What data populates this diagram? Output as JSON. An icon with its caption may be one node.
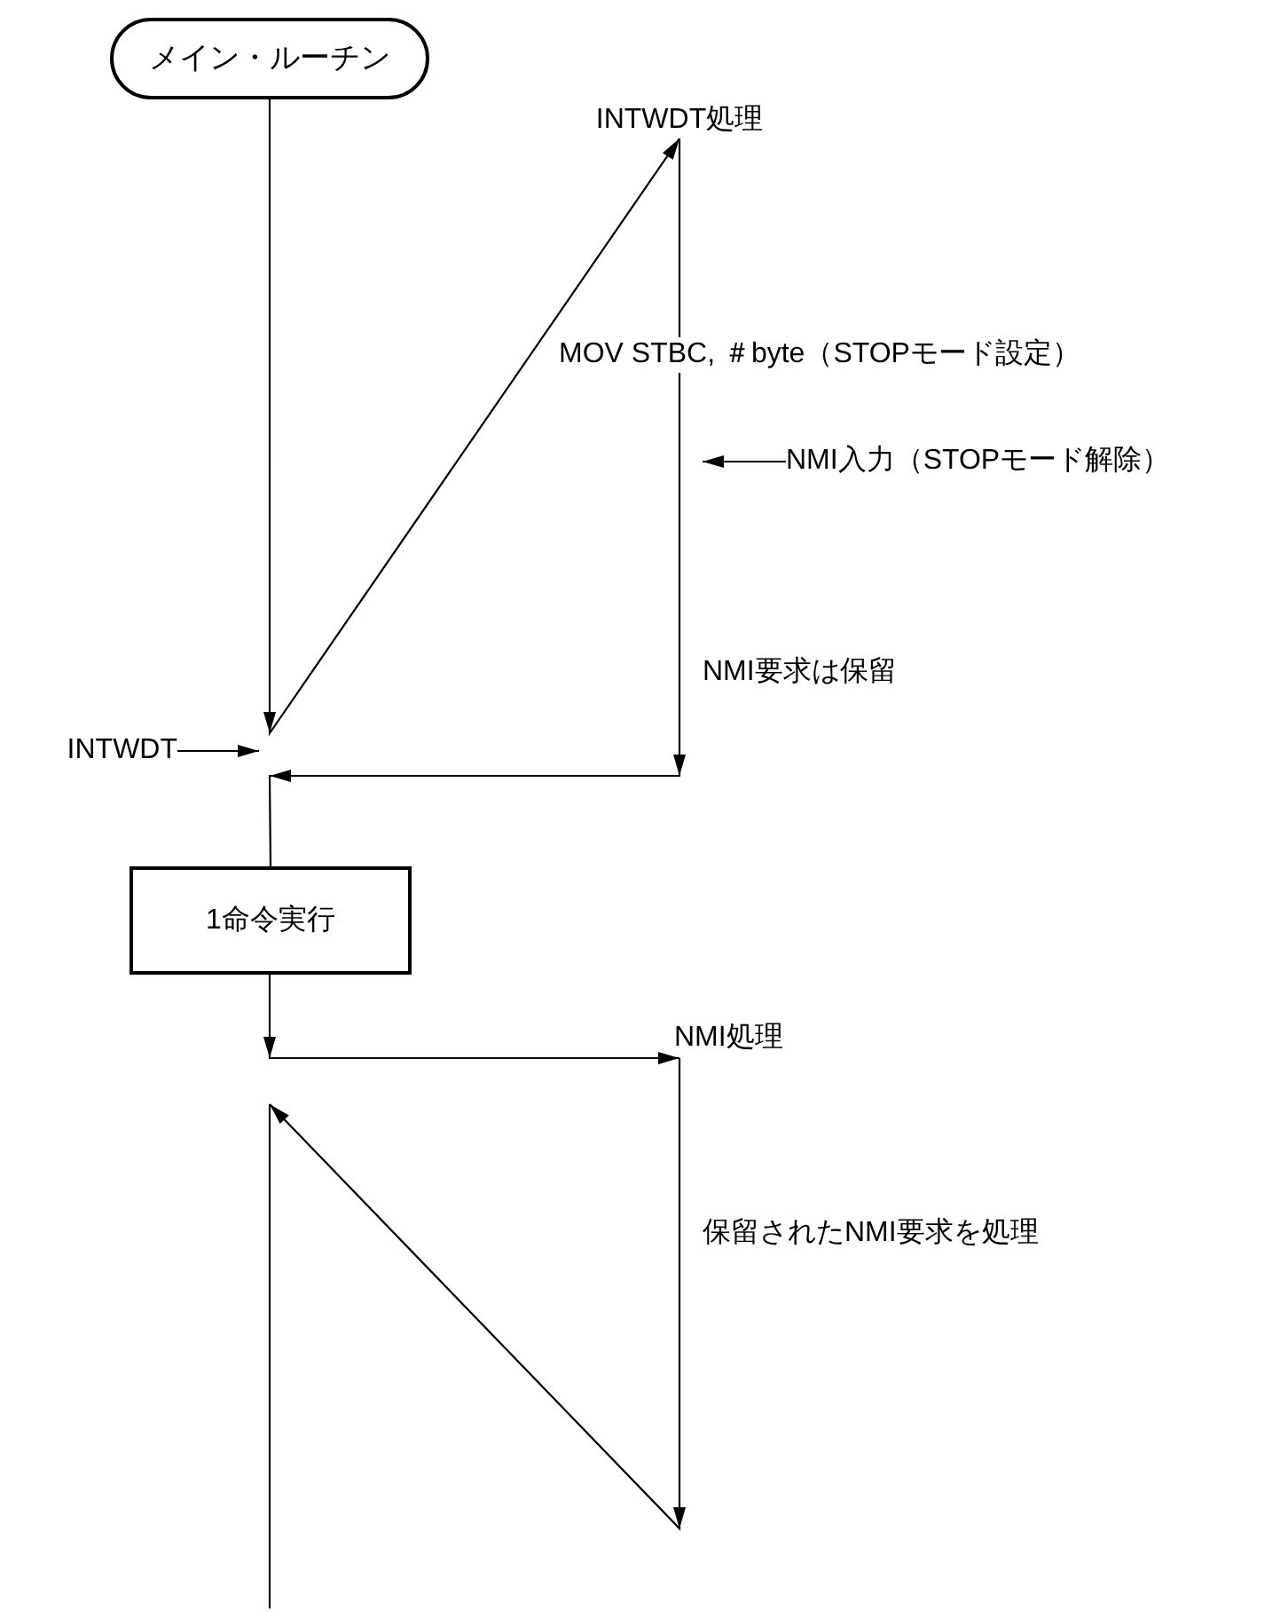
{
  "diagram": {
    "nodes": [
      {
        "text": [
          "メイン・ルーチン"
        ]
      },
      {
        "text": [
          "INTWDT処理"
        ]
      },
      {
        "text": [
          "1命令実行"
        ]
      },
      {
        "text": [
          "NMI処理"
        ]
      },
      {
        "text": [
          "INTWDT"
        ]
      },
      {
        "text": [
          "NMI入力（STOPモード解除）"
        ]
      }
    ],
    "edges": [
      {
        "from": 0,
        "to": 1,
        "arrow": "to"
      },
      {
        "from": 1,
        "to": 2,
        "arrow": "to"
      },
      {
        "from": 2,
        "to": 3,
        "arrow": "to"
      },
      {
        "from": 3,
        "to": null,
        "arrow": "to"
      },
      {
        "from": 4,
        "to": null,
        "arrow": "to"
      },
      {
        "from": 5,
        "to": null,
        "arrow": "to"
      }
    ],
    "labels": [
      "MOV STBC, ＃byte（STOPモード設定）",
      "NMI要求は保留",
      "保留されたNMI要求を処理"
    ]
  }
}
